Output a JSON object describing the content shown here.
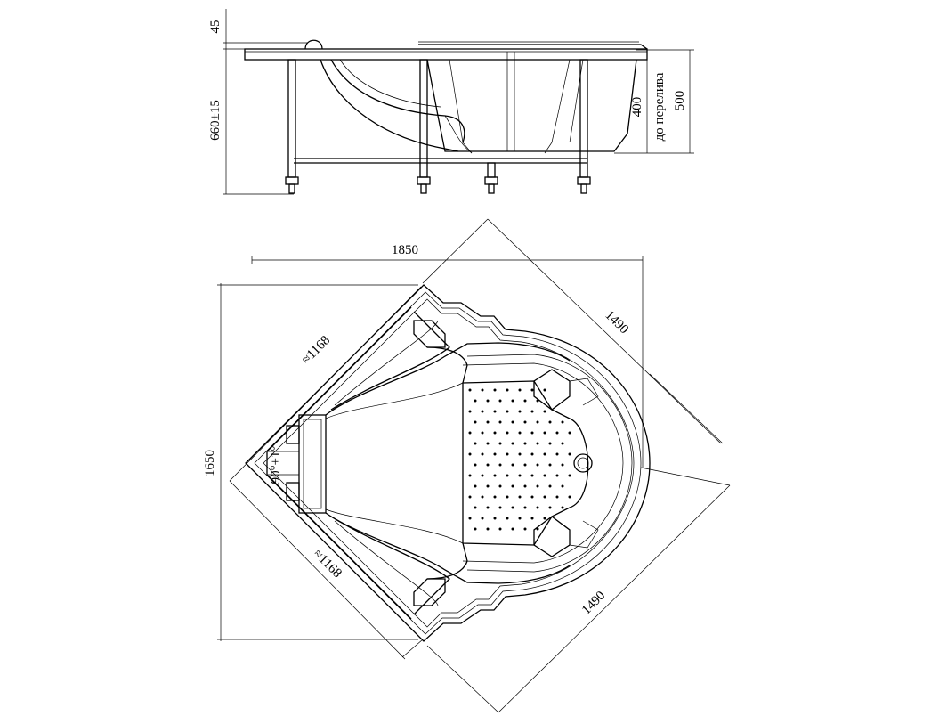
{
  "side_view": {
    "dim_rim": "45",
    "dim_height": "660±15",
    "dim_overflow": "400",
    "dim_overflow_label": "до перелива",
    "dim_depth": "500"
  },
  "plan_view": {
    "dim_width": "1850",
    "dim_height": "1650",
    "dim_side_right_top": "1490",
    "dim_side_right_bottom": "1490",
    "dim_side_left_top": "≈1168",
    "dim_side_left_bottom": "≈1168",
    "dim_angle": "90°±1°"
  }
}
